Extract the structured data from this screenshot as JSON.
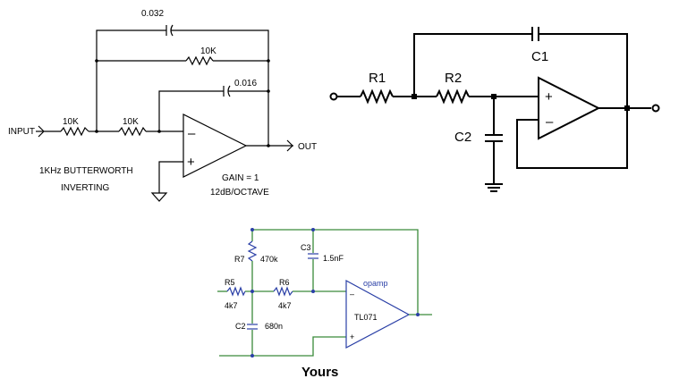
{
  "left_circuit": {
    "cap_top": "0.032",
    "res_top": "10K",
    "cap_mid": "0.016",
    "res_in1": "10K",
    "res_in2": "10K",
    "input_label": "INPUT",
    "output_label": "OUT",
    "opamp_minus": "–",
    "opamp_plus": "+",
    "desc_line1": "1KHz BUTTERWORTH",
    "desc_line2": "INVERTING",
    "gain": "GAIN = 1",
    "slope": "12dB/OCTAVE"
  },
  "right_circuit": {
    "r1": "R1",
    "r2": "R2",
    "c1": "C1",
    "c2": "C2",
    "opamp_plus": "+",
    "opamp_minus": "–"
  },
  "bottom_circuit": {
    "r7_name": "R7",
    "r7_value": "470k",
    "c3_name": "C3",
    "c3_value": "1.5nF",
    "r5_name": "R5",
    "r5_value": "4k7",
    "r6_name": "R6",
    "r6_value": "4k7",
    "c2_name": "C2",
    "c2_value": "680n",
    "opamp_label": "opamp",
    "opamp_part": "TL071",
    "opamp_minus": "–",
    "opamp_plus": "+",
    "caption": "Yours"
  }
}
